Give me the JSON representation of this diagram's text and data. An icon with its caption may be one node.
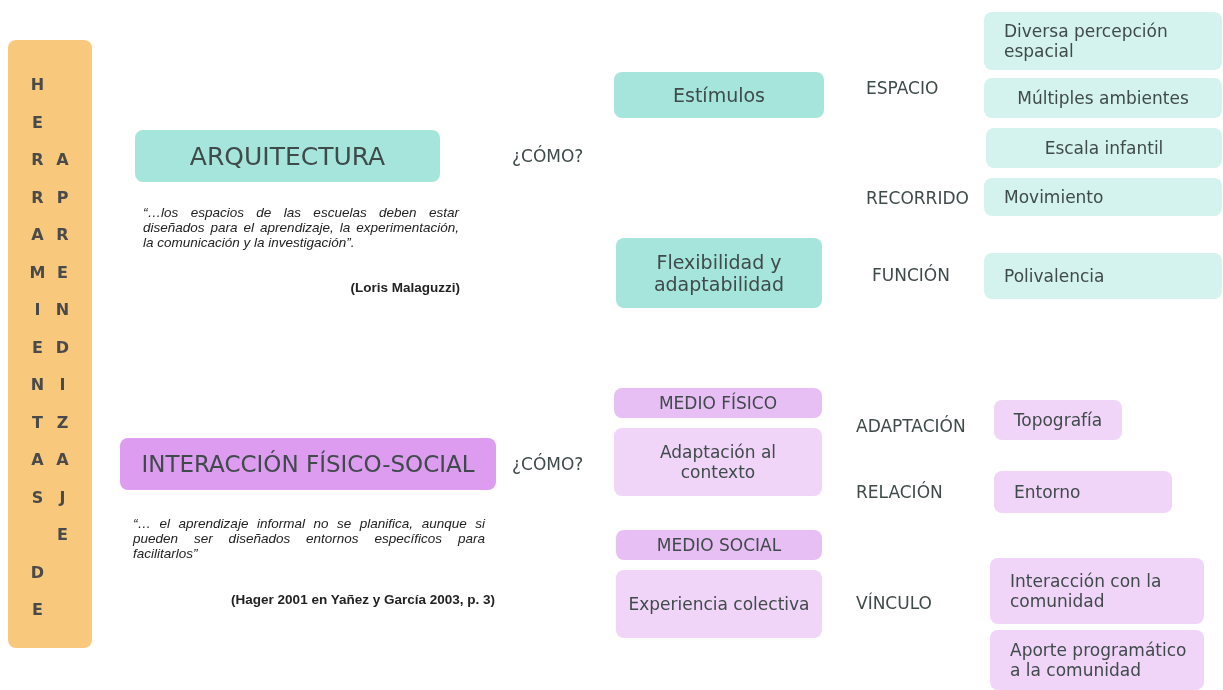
{
  "diagram": {
    "nodes": [
      {
        "text": [
          "HERRAMIENTAS DE",
          "APRENDIZAJE"
        ]
      },
      {
        "text": [
          "ARQUITECTURA"
        ]
      },
      {
        "text": [
          "Estímulos"
        ]
      },
      {
        "text": [
          "Diversa percepción espacial"
        ]
      },
      {
        "text": [
          "Múltiples ambientes"
        ]
      },
      {
        "text": [
          "Escala infantil"
        ]
      },
      {
        "text": [
          "Movimiento"
        ]
      },
      {
        "text": [
          "Flexibilidad y adaptabilidad"
        ]
      },
      {
        "text": [
          "Polivalencia"
        ]
      },
      {
        "text": [
          "INTERACCIÓN FÍSICO-SOCIAL"
        ]
      },
      {
        "text": [
          "MEDIO FÍSICO"
        ]
      },
      {
        "text": [
          "Adaptación al contexto"
        ]
      },
      {
        "text": [
          "Topografía"
        ]
      },
      {
        "text": [
          "Entorno"
        ]
      },
      {
        "text": [
          "MEDIO SOCIAL"
        ]
      },
      {
        "text": [
          "Experiencia colectiva"
        ]
      },
      {
        "text": [
          "Interacción con la comunidad"
        ]
      },
      {
        "text": [
          "Aporte programático a la comunidad"
        ]
      }
    ],
    "labels": [
      "“…los espacios de las escuelas deben estar diseñados para el aprendizaje, la experimentación, la comunicación y la investigación”.",
      "(Loris Malaguzzi)",
      "¿CÓMO?",
      "ESPACIO",
      "RECORRIDO",
      "FUNCIÓN",
      "“… el aprendizaje informal no se planifica, aunque si pueden ser diseñados entornos específicos para facilitarlos”",
      "(Hager 2001 en Yañez y García 2003, p. 3)",
      "¿CÓMO?",
      "ADAPTACIÓN",
      "RELACIÓN",
      "VÍNCULO"
    ]
  }
}
